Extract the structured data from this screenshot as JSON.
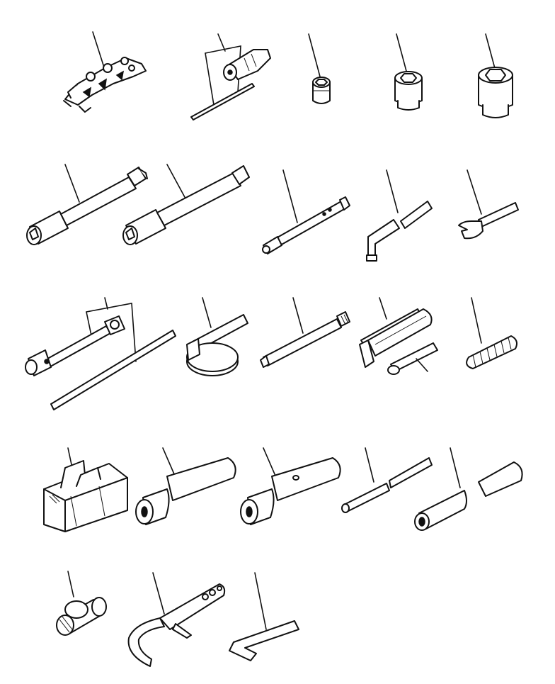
{
  "figure": {
    "kind": "tool kit exploded parts illustration",
    "colors": {
      "ink": "#111111",
      "paper": "#ffffff"
    },
    "tools": [
      {
        "id": "t01",
        "icon": "multi-wrench-set-icon"
      },
      {
        "id": "t02",
        "icon": "socket-driver-with-bar-icon"
      },
      {
        "id": "t03",
        "icon": "small-socket-icon"
      },
      {
        "id": "t04",
        "icon": "medium-socket-icon"
      },
      {
        "id": "t05",
        "icon": "large-socket-icon"
      },
      {
        "id": "t06",
        "icon": "extension-bar-icon"
      },
      {
        "id": "t07",
        "icon": "long-extension-bar-icon"
      },
      {
        "id": "t08",
        "icon": "ratchet-handle-icon"
      },
      {
        "id": "t09",
        "icon": "l-handle-icon"
      },
      {
        "id": "t10",
        "icon": "open-end-wrench-icon"
      },
      {
        "id": "t11",
        "icon": "box-wrench-with-bar-icon"
      },
      {
        "id": "t12",
        "icon": "filter-strap-wrench-icon"
      },
      {
        "id": "t13",
        "icon": "grease-nozzle-pipe-icon"
      },
      {
        "id": "t14",
        "icon": "grease-gun-icon"
      },
      {
        "id": "t15",
        "icon": "spare-spring-icon"
      },
      {
        "id": "t16",
        "icon": "tool-bag-icon"
      },
      {
        "id": "t17",
        "icon": "pipe-icon"
      },
      {
        "id": "t18",
        "icon": "pipe-with-hole-icon"
      },
      {
        "id": "t19",
        "icon": "thin-rod-icon"
      },
      {
        "id": "t20",
        "icon": "long-pipe-icon"
      },
      {
        "id": "t21",
        "icon": "adapter-fitting-icon"
      },
      {
        "id": "t22",
        "icon": "hook-spanner-icon"
      },
      {
        "id": "t23",
        "icon": "hex-key-icon"
      }
    ]
  }
}
